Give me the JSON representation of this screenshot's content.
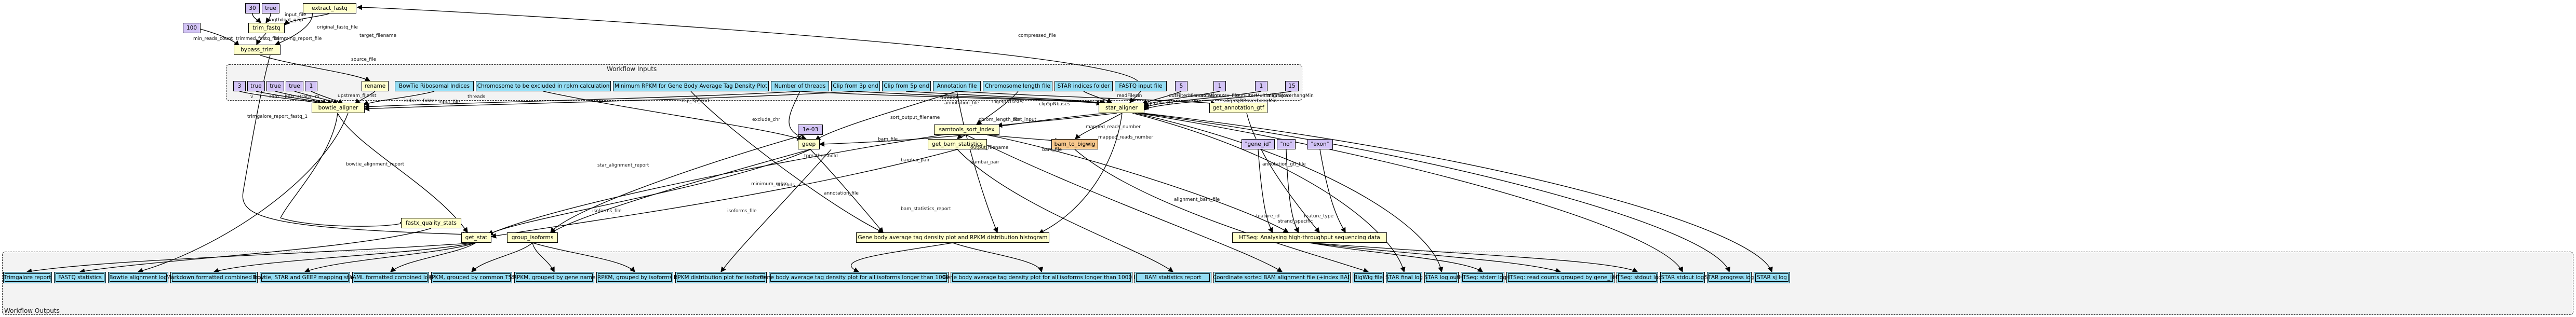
{
  "clusters": {
    "inputs_title": "Workflow Inputs",
    "outputs_title": "Workflow Outputs"
  },
  "colors": {
    "step": "#ffffcc",
    "io": "#94ddf4",
    "param": "#d3c4f6",
    "highlight": "#f8c88d"
  },
  "nodes": {
    "extract_fastq": "extract_fastq",
    "param_30": "30",
    "param_true_trim": "true",
    "trim_fastq": "trim_fastq",
    "param_100": "100",
    "bypass_trim": "bypass_trim",
    "rename": "rename",
    "param_3": "3",
    "param_true_a": "true",
    "param_true_b": "true",
    "param_true_c": "true",
    "param_1_bowtie": "1",
    "bowtie_aligner": "bowtie_aligner",
    "in_bowtie_ribo": "BowTie Ribosomal Indices",
    "in_chrom_exclude": "Chromosome to be excluded in rpkm calculation",
    "in_min_rpkm": "Minimum RPKM for Gene Body Average Tag Density Plot",
    "in_threads": "Number of threads",
    "in_clip3": "Clip from 3p end",
    "in_clip5": "Clip from 5p end",
    "in_annotation": "Annotation file",
    "in_chrom_length": "Chromosome length file",
    "in_star_indices": "STAR indices folder",
    "in_fastq": "FASTQ input file",
    "param_5": "5",
    "param_1_a": "1",
    "param_1_b": "1",
    "param_15": "15",
    "star_aligner": "star_aligner",
    "get_annotation_gtf": "get_annotation_gtf",
    "samtools_sort_index": "samtools_sort_index",
    "param_1e03": "1e-03",
    "geep": "geep",
    "get_bam_statistics": "get_bam_statistics",
    "bam_to_bigwig": "bam_to_bigwig",
    "param_gene_id": "\"gene_id\"",
    "param_no": "\"no\"",
    "param_exon": "\"exon\"",
    "fastx_quality_stats": "fastx_quality_stats",
    "get_stat": "get_stat",
    "group_isoforms": "group_isoforms",
    "gene_body_hist": "Gene body average tag density plot and RPKM distribution histogram",
    "htseq": "HTSeq: Analysing high-throughput sequencing data"
  },
  "outputs": [
    "Trimgalore report",
    "FASTQ statistics",
    "Bowtie alignment log",
    "Markdown formatted combined log",
    "Bowtie, STAR and GEEP mapping stats",
    "YAML formatted combined log",
    "RPKM, grouped by common TSS",
    "RPKM, grouped by gene name",
    "RPKM, grouped by isoforms",
    "RPKM distribution plot for isoforms",
    "Gene body average tag density plot for all isoforms longer than 1000 bp",
    "Gene body average tag density plot for all isoforms longer than 1000 bp",
    "BAM statistics report",
    "Coordinate sorted BAM alignment file (+index BAI)",
    "BigWig file",
    "STAR final log",
    "STAR log out",
    "HTSeq: stderr log",
    "HTSeq: read counts grouped by gene_id",
    "HTSeq: stdout log",
    "STAR stdout log",
    "STAR progress log",
    "STAR sj log"
  ],
  "edge_labels": {
    "input_file": "input_file",
    "length_dont_gzip": "length",
    "dont_gzip": "dont_gzip",
    "compressed_file": "compressed_file",
    "trimmed_fastq_file": "trimmed_fastq_file",
    "trimming_report_file": "trimming_report_file",
    "original_fastq_file": "original_fastq_file",
    "target_filename": "target_filename",
    "min_reads_count": "min_reads_count",
    "source_file": "source_file",
    "trimgalore_report_fastq_1": "trimgalore_report_fastq_1",
    "v": "v",
    "sam": "sam",
    "best": "best",
    "strata": "strata",
    "m": "m",
    "upstream_filelist": "upstream_filelist",
    "indices_folder": "indices_folder",
    "threads": "threads",
    "input_file_b": "input_file",
    "clip_3p_end": "clip_3p_end",
    "bowtie_alignment_report": "bowtie_alignment_report",
    "star_alignment_report": "star_alignment_report",
    "exclude_chr": "exclude_chr",
    "minimum_rpkm": "minimum_rpkm",
    "threads_b": "threads",
    "annotation_file": "annotation_file",
    "annotation_file_b": "annotation_file",
    "sort_output_filename": "sort_output_filename",
    "readFilesIn": "readFilesIn",
    "threads_c": "threads",
    "clip3pNbases": "clip3pNbases",
    "clip5pNbases": "clip5pNbases",
    "genomeDir": "genomeDir",
    "outFilterMismatchNmax": "outFilterMismatchNmax",
    "annotation_tsv_file": "annotation_tsv_file",
    "alignSJDBoverhangMin": "alignSJDBoverhangMin",
    "outFilterMultimapNmax": "outFilterMultimapNmax",
    "alignSJoverhangMin": "alignSJoverhangMin",
    "chrom_length_file": "chrom_length_file",
    "sort_input": "sort_input",
    "mapped_reads_number": "mapped_reads_number",
    "mapped_reads_number_b": "mapped_reads_number",
    "bam_file": "bam_file",
    "output_filename": "output_filename",
    "tpm_threshold": "tpm_threshold",
    "bambai_pair": "bambai_pair",
    "bambai_pair_b": "bambai_pair",
    "bam_file_b": "bam_file",
    "isoforms_file": "isoforms_file",
    "isoforms_file_b": "isoforms_file",
    "bam_statistics_report": "bam_statistics_report",
    "alignment_bam_file": "alignment_bam_file",
    "feature_id": "feature_id",
    "feature_type": "feature_type",
    "strand_specific": "strand_specific",
    "annotation_gtf_file": "annotation_gtf_file"
  }
}
